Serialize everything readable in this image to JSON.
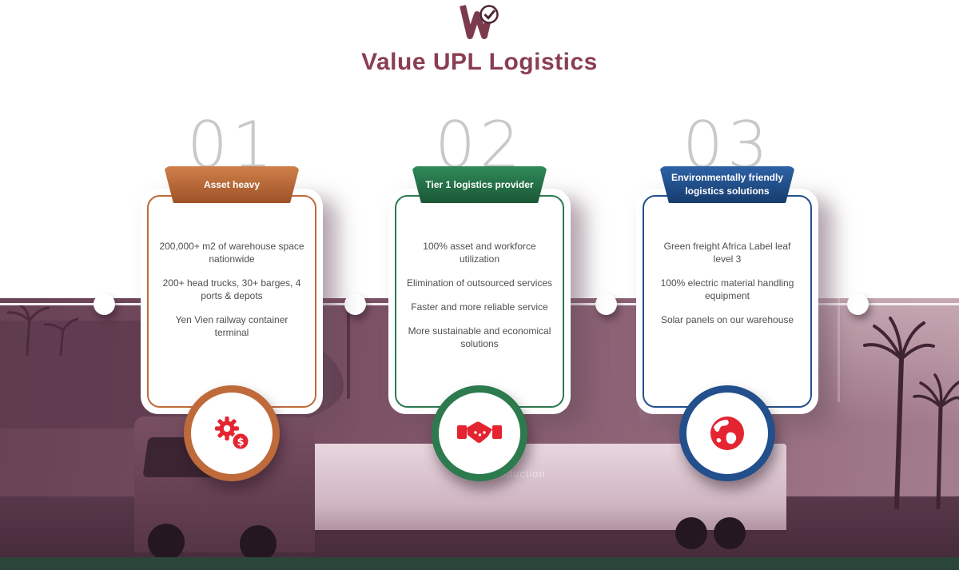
{
  "header": {
    "title": "Value UPL Logistics",
    "title_color": "#8a3e52",
    "logo_icon": "value-upl-logo-icon"
  },
  "cards": [
    {
      "number": "01",
      "ribbon": "Asset heavy",
      "icon": "gears-dollar-icon",
      "items": [
        "200,000+ m2 of warehouse space nationwide",
        "200+ head trucks, 30+ barges, 4 ports & depots",
        "Yen Vien railway container terminal"
      ],
      "colors": {
        "accent": "#bf6a3a",
        "ribbon_top": "#cf8049",
        "ribbon_bottom": "#9e5228"
      }
    },
    {
      "number": "02",
      "ribbon": "Tier 1 logistics provider",
      "icon": "handshake-icon",
      "items": [
        "100% asset and workforce utilization",
        "Elimination of outsourced services",
        "Faster and more reliable service",
        "More sustainable and economical solutions"
      ],
      "colors": {
        "accent": "#2c7a4e",
        "ribbon_top": "#2f8a58",
        "ribbon_bottom": "#1b5737"
      }
    },
    {
      "number": "03",
      "ribbon": "Environmentally friendly logistics solutions",
      "icon": "globe-icon",
      "items": [
        "Green freight Africa Label leaf level 3",
        "100% electric material handling equipment",
        "Solar panels on our warehouse"
      ],
      "colors": {
        "accent": "#234f8c",
        "ribbon_top": "#2d62a6",
        "ribbon_bottom": "#173c6d"
      }
    }
  ],
  "background": {
    "watermark": "production"
  },
  "colors": {
    "icon_red": "#e52431",
    "number_gray": "#c9c9c9",
    "timeline_white": "#f5eff2"
  }
}
